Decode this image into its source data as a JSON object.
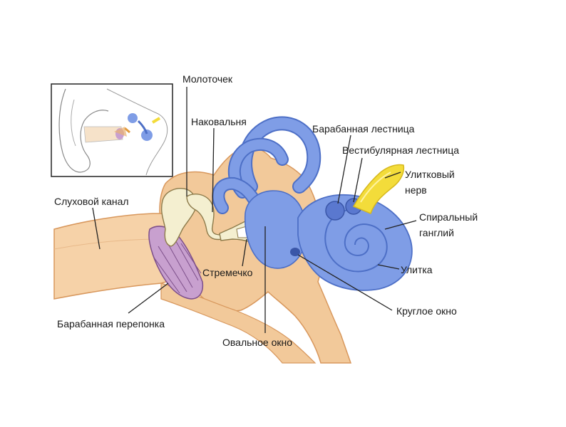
{
  "labels": {
    "malleus": "Молоточек",
    "incus": "Наковальня",
    "scala_tympani": "Барабанная лестница",
    "scala_vestibuli": "Вестибулярная лестница",
    "cochlear_nerve_line1": "Улитковый",
    "cochlear_nerve_line2": "нерв",
    "ear_canal": "Слуховой канал",
    "spiral_ganglion_line1": "Спиральный",
    "spiral_ganglion_line2": "ганглий",
    "stapes": "Стремечко",
    "cochlea": "Улитка",
    "round_window": "Круглое окно",
    "eardrum": "Барабанная перепонка",
    "oval_window": "Овальное окно"
  },
  "colors": {
    "tissue": "#f2c99a",
    "tissue_dark": "#e0a56b",
    "canal": "#f6d2a8",
    "labyrinth": "#7f9de6",
    "labyrinth_dark": "#4d6fc6",
    "nerve": "#f3dc3a",
    "eardrum": "#c8a0cf",
    "ossicle": "#f4efd0",
    "leader": "#222222"
  },
  "icons": [
    "ear-inset-thumbnail"
  ]
}
